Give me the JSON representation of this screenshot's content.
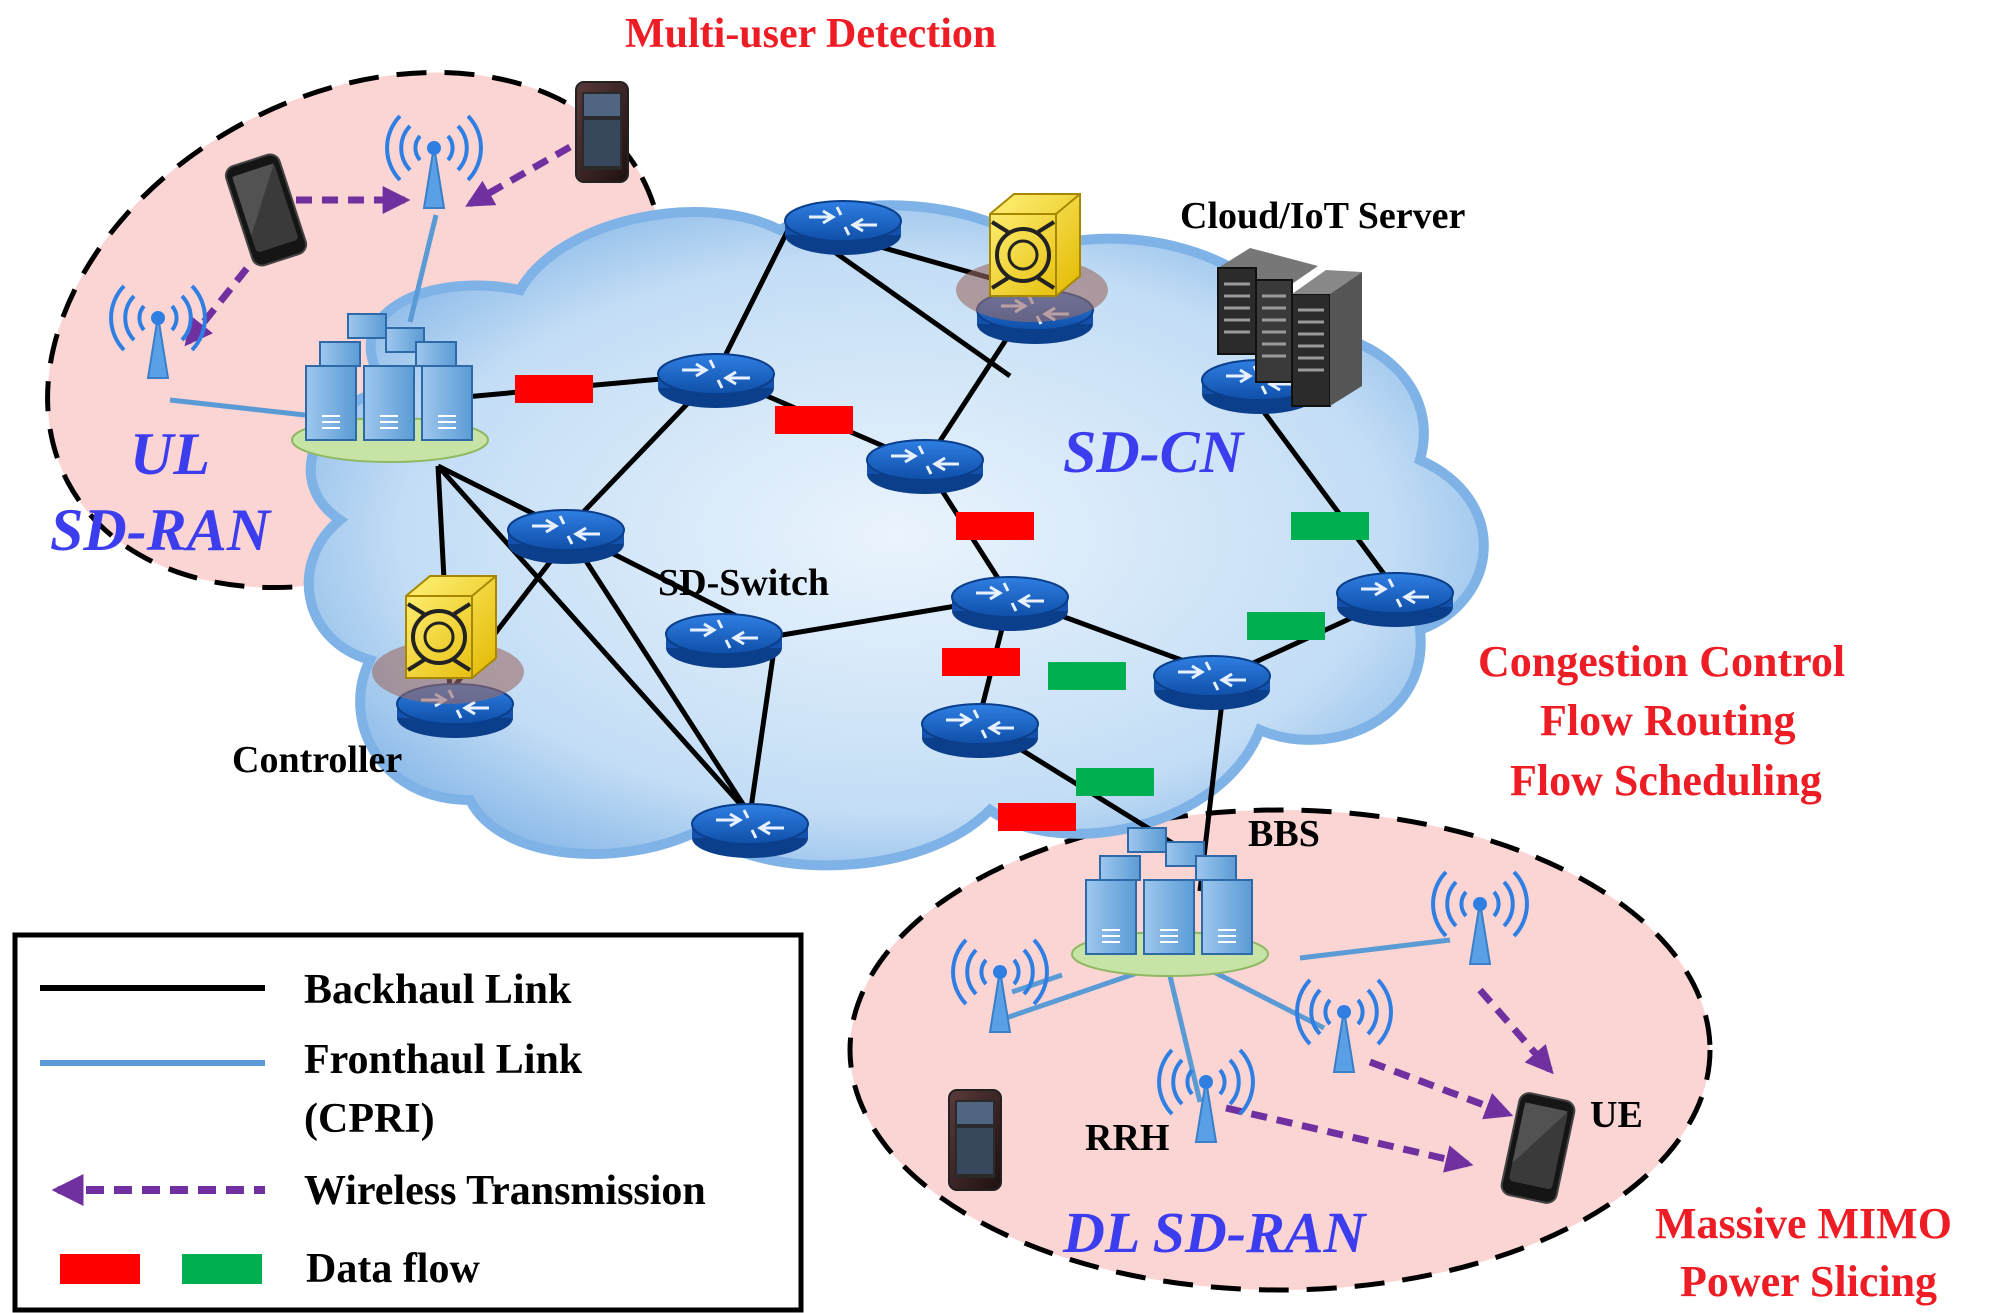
{
  "labels": {
    "multi_user_detection": "Multi-user Detection",
    "cloud_iot_server": "Cloud/IoT Server",
    "ul": "UL",
    "sd_ran_ul": "SD-RAN",
    "sd_cn": "SD-CN",
    "sd_switch": "SD-Switch",
    "controller": "Controller",
    "congestion_control": "Congestion Control",
    "flow_routing": "Flow Routing",
    "flow_scheduling": "Flow Scheduling",
    "bbs": "BBS",
    "rrh": "RRH",
    "ue": "UE",
    "dl_sd_ran": "DL SD-RAN",
    "massive_mimo": "Massive MIMO",
    "power_slicing": "Power Slicing"
  },
  "legend": {
    "backhaul": "Backhaul Link",
    "fronthaul": "Fronthaul Link",
    "cpri": "(CPRI)",
    "wireless": "Wireless Transmission",
    "data_flow": "Data flow"
  },
  "colors": {
    "backhaul": "#000000",
    "fronthaul": "#5b9bd5",
    "wireless": "#7030a0",
    "flow_red": "#ff0000",
    "flow_green": "#00b050",
    "ran_fill": "#f9d3d3",
    "cloud_fill": "#b8d8f4",
    "router": "#1560c8",
    "annotation_red": "#ee1c24",
    "annotation_blue": "#3d3df0"
  },
  "icons": [
    "router-icon",
    "server-rack-icon",
    "controller-icon",
    "antenna-icon",
    "smartphone-icon",
    "baseband-server-icon"
  ]
}
